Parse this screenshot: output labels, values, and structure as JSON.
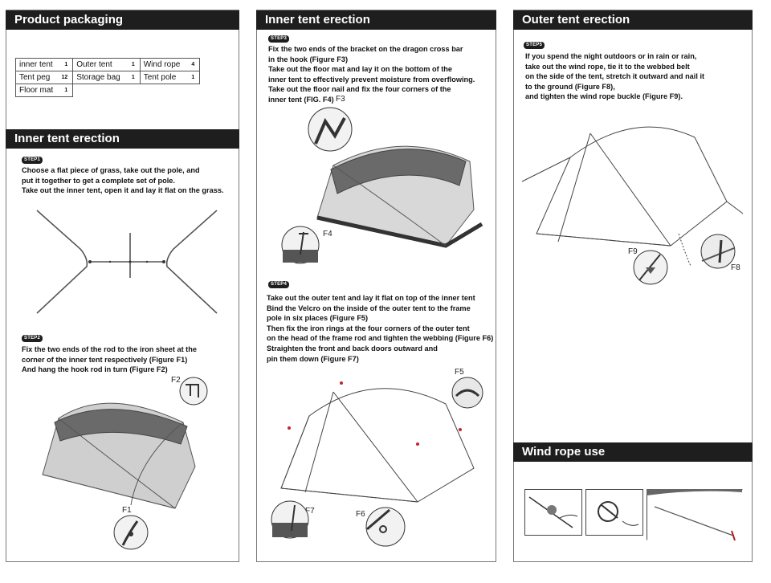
{
  "sections": {
    "product_packaging": "Product packaging",
    "inner_tent_erection_1": "Inner tent erection",
    "inner_tent_erection_2": "Inner tent erection",
    "outer_tent_erection": "Outer tent erection",
    "wind_rope_use": "Wind rope use"
  },
  "parts": [
    [
      {
        "name": "inner tent",
        "qty": "1"
      },
      {
        "name": "Outer tent",
        "qty": "1"
      },
      {
        "name": "Wind rope",
        "qty": "4"
      }
    ],
    [
      {
        "name": "Tent peg",
        "qty": "12"
      },
      {
        "name": "Storage bag",
        "qty": "1"
      },
      {
        "name": "Tent pole",
        "qty": "1"
      }
    ],
    [
      {
        "name": "Floor mat",
        "qty": "1"
      }
    ]
  ],
  "steps": {
    "step1": {
      "badge": "STEP1",
      "text": "Choose a flat piece of grass, take out the pole, and\nput it together to get a complete set of pole.\nTake out the inner tent, open it and lay it flat on the grass."
    },
    "step2": {
      "badge": "STEP2",
      "text": "Fix the two ends of the rod to the iron sheet at the\ncorner of the inner tent respectively (Figure F1)\nAnd hang the hook rod in turn (Figure F2)"
    },
    "step3": {
      "badge": "STEP3",
      "text": "Fix the two ends of the bracket on the dragon cross bar\nin the hook (Figure F3)\nTake out the floor mat and lay it on the bottom of the\ninner tent to effectively prevent moisture from overflowing.\nTake out the floor nail and fix the four corners of the\ninner tent (FIG. F4)"
    },
    "step4": {
      "badge": "STEP4",
      "text": "Take out the outer tent and lay it flat on top of the inner tent\nBind the Velcro on the inside of the outer tent to the frame\npole in six places (Figure F5)\nThen fix the iron rings at the four corners of the outer tent\non the head of the frame rod and tighten the webbing (Figure F6)\nStraighten the front and back doors outward and\npin them down (Figure F7)"
    },
    "step5": {
      "badge": "STEP5",
      "text": "If you spend the night outdoors or in rain or rain,\ntake out the wind rope, tie it to the webbed belt\non the side of the tent, stretch it outward and nail it\nto the ground (Figure F8),\nand tighten the wind rope buckle (Figure F9)."
    }
  },
  "figures": {
    "f1": "F1",
    "f2": "F2",
    "f3": "F3",
    "f4": "F4",
    "f5": "F5",
    "f6": "F6",
    "f7": "F7",
    "f8": "F8",
    "f9": "F9"
  }
}
